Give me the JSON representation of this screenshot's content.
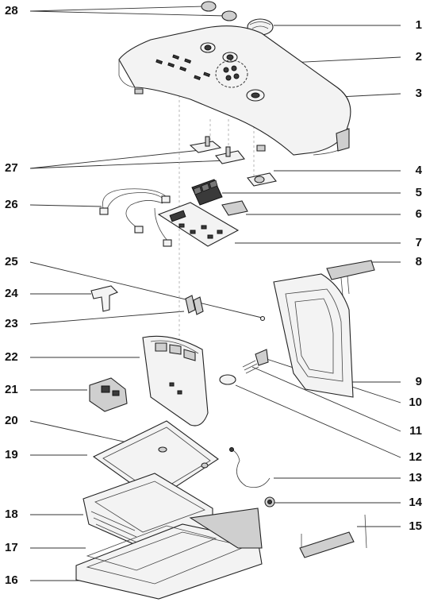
{
  "callouts": {
    "n1": "1",
    "n2": "2",
    "n3": "3",
    "n4": "4",
    "n5": "5",
    "n6": "6",
    "n7": "7",
    "n8": "8",
    "n9": "9",
    "n10": "10",
    "n11": "11",
    "n12": "12",
    "n13": "13",
    "n14": "14",
    "n15": "15",
    "n16": "16",
    "n17": "17",
    "n18": "18",
    "n19": "19",
    "n20": "20",
    "n21": "21",
    "n22": "22",
    "n23": "23",
    "n24": "24",
    "n25": "25",
    "n26": "26",
    "n27": "27",
    "n28": "28"
  }
}
